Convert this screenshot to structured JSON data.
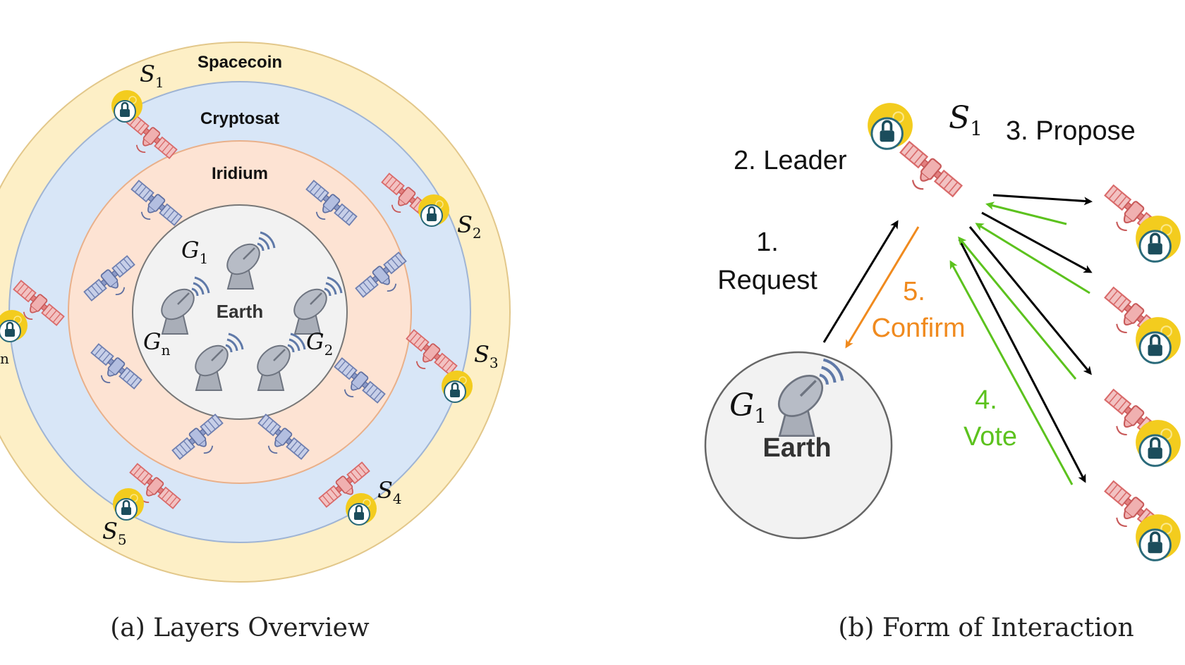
{
  "panel_a": {
    "rings": {
      "outer": "Spacecoin",
      "middle": "Cryptosat",
      "inner": "Iridium",
      "core": "Earth"
    },
    "satellite_labels": [
      "S",
      "S",
      "S",
      "S",
      "S",
      "n"
    ],
    "satellite_subscripts": [
      "1",
      "2",
      "3",
      "4",
      "5"
    ],
    "ground_labels": [
      "G",
      "G",
      "G"
    ],
    "ground_subscripts": [
      "1",
      "2",
      "n"
    ],
    "caption": "(a) Layers Overview"
  },
  "panel_b": {
    "leader_label": "S",
    "leader_subscript": "1",
    "ground_label": "G",
    "ground_subscript": "1",
    "earth": "Earth",
    "steps": {
      "request_num": "1.",
      "request": "Request",
      "leader": "2. Leader",
      "propose": "3. Propose",
      "vote_num": "4.",
      "vote": "Vote",
      "confirm_num": "5.",
      "confirm": "Confirm"
    },
    "caption": "(b) Form of Interaction"
  },
  "colors": {
    "spacecoin_ring": "#fdefc6",
    "cryptosat_ring": "#d8e6f7",
    "iridium_ring": "#fde3d3",
    "earth": "#f2f2f2",
    "request_arrow": "#000000",
    "propose_arrow": "#000000",
    "vote_arrow": "#5cc21e",
    "confirm_arrow": "#f08a1e",
    "coin": "#f3cc1e",
    "sat_red": "#e38080",
    "sat_blue": "#7f8fbf"
  },
  "icons": [
    "satellite-icon",
    "coin-lock-icon",
    "satellite-dish-icon"
  ]
}
